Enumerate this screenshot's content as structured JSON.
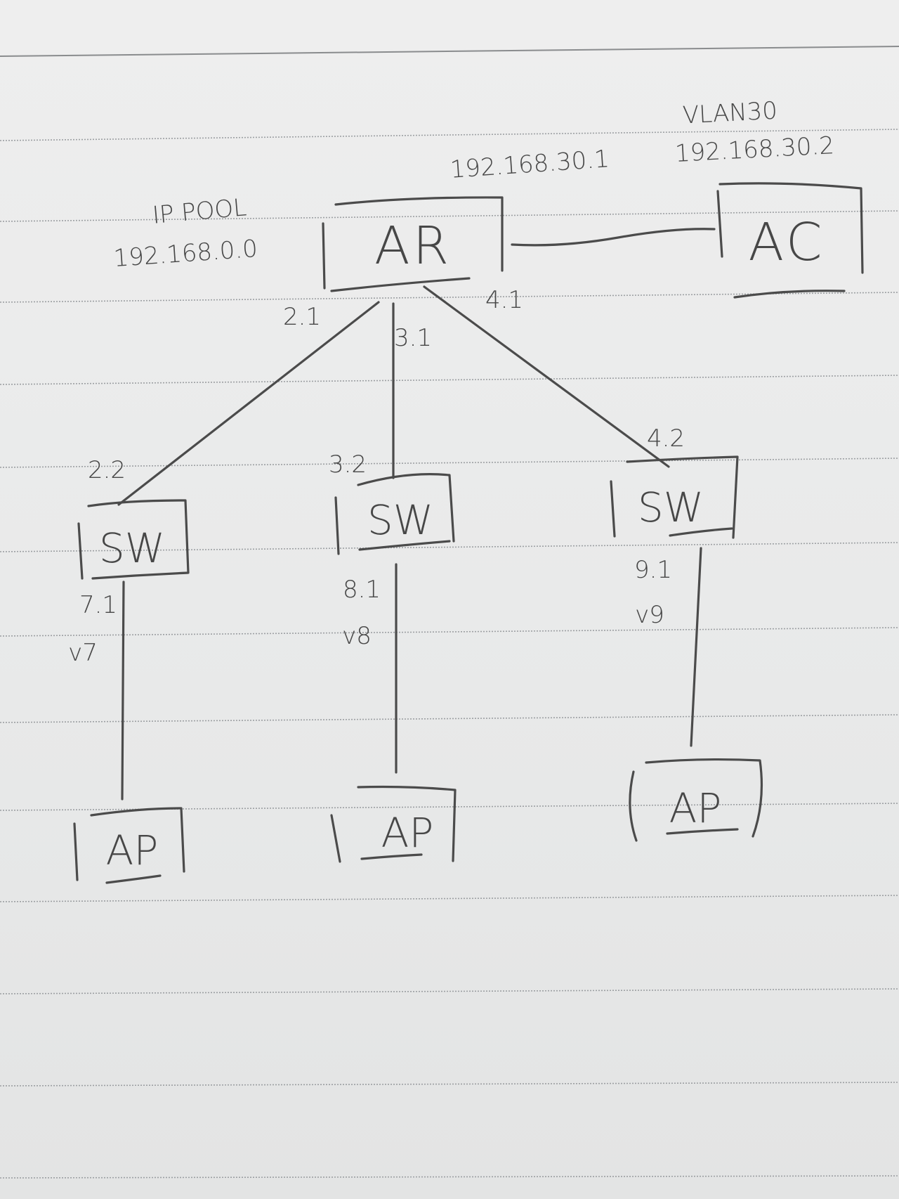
{
  "colors": {
    "paper": "#e9eaea",
    "ink": "#4b4b4b",
    "rule": "#9c9fa2"
  },
  "nodes": {
    "ar": {
      "label": "AR",
      "ip": "192.168.30.1",
      "pool_title": "IP POOL",
      "pool": "192.168.0.0"
    },
    "ac": {
      "label": "AC",
      "vlan": "VLAN30",
      "ip": "192.168.30.2"
    },
    "switches": [
      {
        "label": "SW",
        "uplink": "2.2",
        "downlink": "7.1",
        "vlan": "v7"
      },
      {
        "label": "SW",
        "uplink": "3.2",
        "downlink": "8.1",
        "vlan": "v8"
      },
      {
        "label": "SW",
        "uplink": "4.2",
        "downlink": "9.1",
        "vlan": "v9"
      }
    ],
    "aps": [
      {
        "label": "AP"
      },
      {
        "label": "AP"
      },
      {
        "label": "AP"
      }
    ]
  },
  "ar_ports": [
    "2.1",
    "3.1",
    "4.1"
  ]
}
